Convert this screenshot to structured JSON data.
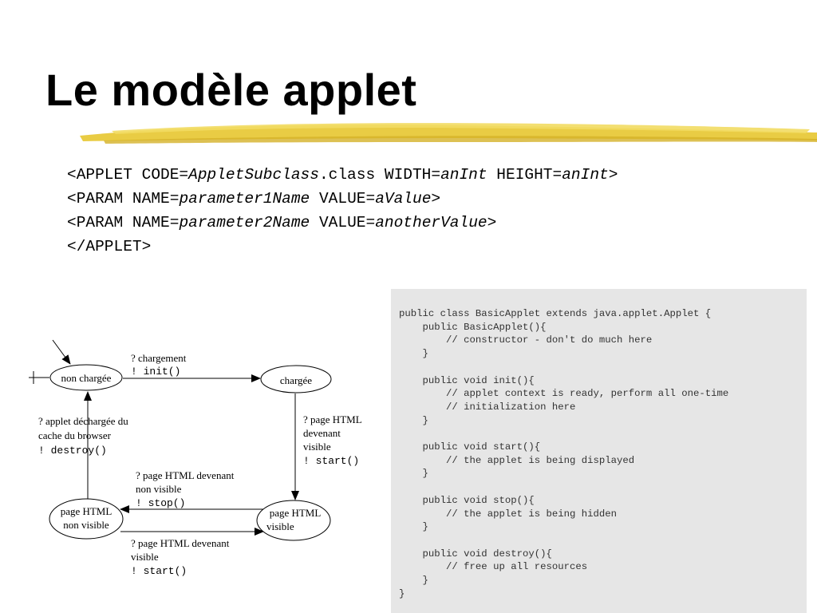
{
  "slide": {
    "title": "Le modèle applet",
    "accent_color": "#e8c93a"
  },
  "applet_tag": {
    "lines": [
      [
        {
          "t": "<APPLET CODE=",
          "i": false
        },
        {
          "t": "AppletSubclass",
          "i": true
        },
        {
          "t": ".class WIDTH=",
          "i": false
        },
        {
          "t": "anInt",
          "i": true
        },
        {
          "t": " HEIGHT=",
          "i": false
        },
        {
          "t": "anInt",
          "i": true
        },
        {
          "t": ">",
          "i": false
        }
      ],
      [
        {
          "t": "<PARAM NAME=",
          "i": false
        },
        {
          "t": "parameter1Name",
          "i": true
        },
        {
          "t": " VALUE=",
          "i": false
        },
        {
          "t": "aValue",
          "i": true
        },
        {
          "t": ">",
          "i": false
        }
      ],
      [
        {
          "t": "<PARAM NAME=",
          "i": false
        },
        {
          "t": "parameter2Name",
          "i": true
        },
        {
          "t": " VALUE=",
          "i": false
        },
        {
          "t": "anotherValue",
          "i": true
        },
        {
          "t": ">",
          "i": false
        }
      ],
      [
        {
          "t": "</APPLET>",
          "i": false
        }
      ]
    ]
  },
  "code_panel": {
    "background": "#e6e6e6",
    "lines": [
      "public class BasicApplet extends java.applet.Applet {",
      "    public BasicApplet(){",
      "        // constructor - don't do much here",
      "    }",
      "",
      "    public void init(){",
      "        // applet context is ready, perform all one-time",
      "        // initialization here",
      "    }",
      "",
      "    public void start(){",
      "        // the applet is being displayed",
      "    }",
      "",
      "    public void stop(){",
      "        // the applet is being hidden",
      "    }",
      "",
      "    public void destroy(){",
      "        // free up all resources",
      "    }",
      "}"
    ]
  },
  "diagram": {
    "states": {
      "non_chargee": [
        "non chargée"
      ],
      "chargee": [
        "chargée"
      ],
      "page_non_visible": [
        "page HTML",
        "non visible"
      ],
      "page_visible": [
        "page HTML",
        "visible"
      ]
    },
    "transitions": {
      "chargement": [
        "? chargement",
        "! init()"
      ],
      "devenant_visible": [
        "? page HTML",
        "devenant",
        "visible",
        "! start()"
      ],
      "devenant_non_visible": [
        "? page HTML devenant",
        "non visible",
        "! stop()"
      ],
      "devenant_visible_bottom": [
        "? page HTML devenant",
        "visible",
        "! start()"
      ],
      "dechargee": [
        "? applet déchargée du",
        "cache du browser",
        "! destroy()"
      ]
    }
  }
}
